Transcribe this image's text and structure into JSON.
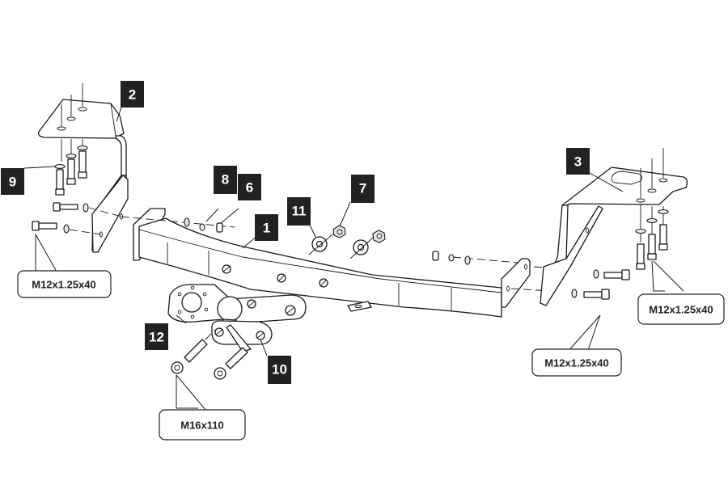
{
  "diagram": {
    "title": "Tow bar assembly exploded view",
    "colors": {
      "line": "#1a1a1a",
      "badge_bg": "#222222",
      "badge_text": "#ffffff",
      "background": "#ffffff"
    },
    "part_labels": [
      {
        "id": "1",
        "text": "1",
        "part": "main crossbar"
      },
      {
        "id": "2",
        "text": "2",
        "part": "left mounting bracket"
      },
      {
        "id": "3",
        "text": "3",
        "part": "right mounting bracket"
      },
      {
        "id": "6",
        "text": "6",
        "part": "nut"
      },
      {
        "id": "7",
        "text": "7",
        "part": "nut"
      },
      {
        "id": "8",
        "text": "8",
        "part": "spring washer"
      },
      {
        "id": "9",
        "text": "9",
        "part": "washer"
      },
      {
        "id": "10",
        "text": "10",
        "part": "washer"
      },
      {
        "id": "11",
        "text": "11",
        "part": "tow ball"
      },
      {
        "id": "12",
        "text": "12",
        "part": "socket plate"
      }
    ],
    "callouts": [
      {
        "id": "left-bolts",
        "text": "M12x1.25x40"
      },
      {
        "id": "right-top-bolts",
        "text": "M12x1.25x40"
      },
      {
        "id": "right-side-bolts",
        "text": "M12x1.25x40"
      },
      {
        "id": "ball-bolts",
        "text": "M16x110"
      }
    ]
  }
}
